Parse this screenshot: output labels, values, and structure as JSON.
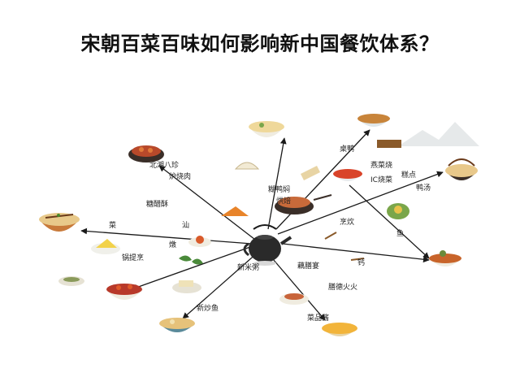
{
  "title": "宋朝百菜百味如何影响新中国餐饮体系？",
  "center": {
    "name": "teapot-icon"
  },
  "labels": [
    {
      "key": "l1",
      "text": "北湘八珍"
    },
    {
      "key": "l2",
      "text": "炉烧肉"
    },
    {
      "key": "l3",
      "text": "糖醋酥"
    },
    {
      "key": "l4",
      "text": "菜"
    },
    {
      "key": "l5",
      "text": "汕"
    },
    {
      "key": "l6",
      "text": "燉"
    },
    {
      "key": "l7",
      "text": "锅提烹"
    },
    {
      "key": "l8",
      "text": "新炒鱼"
    },
    {
      "key": "l9",
      "text": "糊鸭焖"
    },
    {
      "key": "l10",
      "text": "烘焙"
    },
    {
      "key": "l11",
      "text": "桌鸭"
    },
    {
      "key": "l12",
      "text": "燕菜烧"
    },
    {
      "key": "l13",
      "text": "IC烧菜"
    },
    {
      "key": "l14",
      "text": "糕点"
    },
    {
      "key": "l15",
      "text": "烹炊"
    },
    {
      "key": "l16",
      "text": "鱼"
    },
    {
      "key": "l17",
      "text": "藕膳宴"
    },
    {
      "key": "l18",
      "text": "膳德火火"
    },
    {
      "key": "l19",
      "text": "菜品酱"
    },
    {
      "key": "l20",
      "text": "鸭汤"
    },
    {
      "key": "l21",
      "text": "新米粥"
    },
    {
      "key": "l22",
      "text": "钙"
    }
  ],
  "colors": {
    "line": "#1a1a1a",
    "bowl": "#c87a3a",
    "food": "#d96a2a",
    "green": "#7aa64a",
    "white": "#f7f2e6"
  }
}
